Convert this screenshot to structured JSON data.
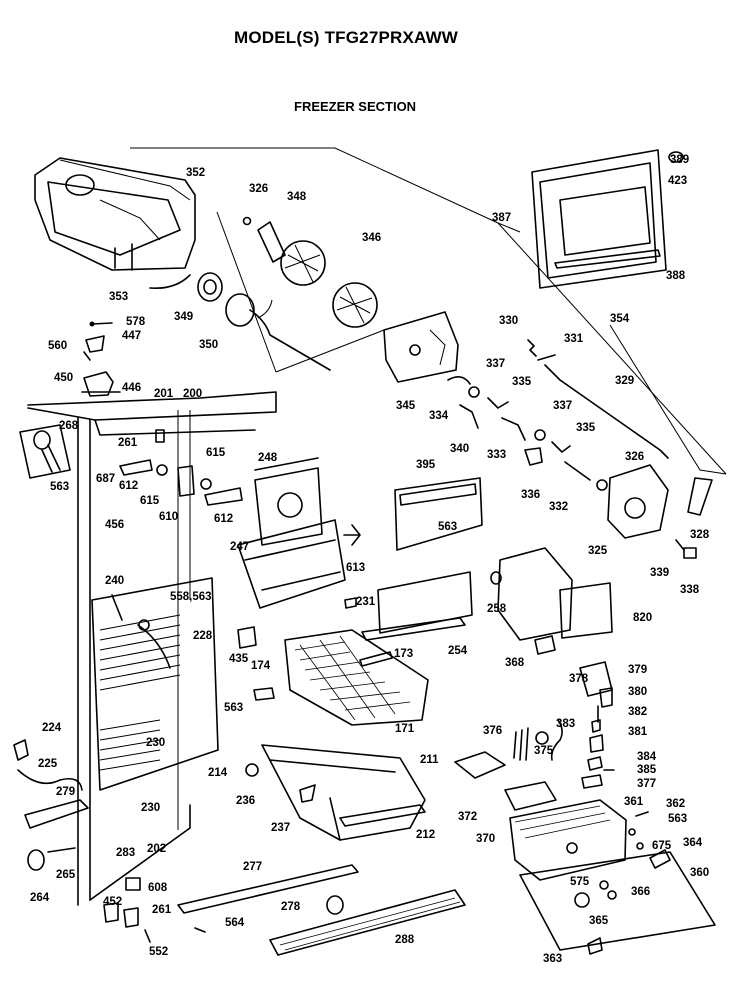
{
  "header": {
    "model_line": "MODEL(S) TFG27PRXAWW",
    "section_title": "FREEZER SECTION"
  },
  "part_numbers": [
    {
      "id": "352",
      "text": "352"
    },
    {
      "id": "326a",
      "text": "326"
    },
    {
      "id": "348",
      "text": "348"
    },
    {
      "id": "346",
      "text": "346"
    },
    {
      "id": "353",
      "text": "353"
    },
    {
      "id": "349",
      "text": "349"
    },
    {
      "id": "350",
      "text": "350"
    },
    {
      "id": "345",
      "text": "345"
    },
    {
      "id": "578",
      "text": "578"
    },
    {
      "id": "447",
      "text": "447"
    },
    {
      "id": "560",
      "text": "560"
    },
    {
      "id": "450",
      "text": "450"
    },
    {
      "id": "446",
      "text": "446"
    },
    {
      "id": "201",
      "text": "201"
    },
    {
      "id": "200",
      "text": "200"
    },
    {
      "id": "268",
      "text": "268"
    },
    {
      "id": "261a",
      "text": "261"
    },
    {
      "id": "563a",
      "text": "563"
    },
    {
      "id": "687",
      "text": "687"
    },
    {
      "id": "612a",
      "text": "612"
    },
    {
      "id": "615a",
      "text": "615"
    },
    {
      "id": "615b",
      "text": "615"
    },
    {
      "id": "610",
      "text": "610"
    },
    {
      "id": "612b",
      "text": "612"
    },
    {
      "id": "248",
      "text": "248"
    },
    {
      "id": "456",
      "text": "456"
    },
    {
      "id": "247",
      "text": "247"
    },
    {
      "id": "613",
      "text": "613"
    },
    {
      "id": "240",
      "text": "240"
    },
    {
      "id": "558563",
      "text": "558,563"
    },
    {
      "id": "228",
      "text": "228"
    },
    {
      "id": "231",
      "text": "231"
    },
    {
      "id": "435",
      "text": "435"
    },
    {
      "id": "174",
      "text": "174"
    },
    {
      "id": "563b",
      "text": "563"
    },
    {
      "id": "230a",
      "text": "230"
    },
    {
      "id": "224",
      "text": "224"
    },
    {
      "id": "225",
      "text": "225"
    },
    {
      "id": "279",
      "text": "279"
    },
    {
      "id": "214",
      "text": "214"
    },
    {
      "id": "236",
      "text": "236"
    },
    {
      "id": "230b",
      "text": "230"
    },
    {
      "id": "237",
      "text": "237"
    },
    {
      "id": "202",
      "text": "202"
    },
    {
      "id": "283",
      "text": "283"
    },
    {
      "id": "265",
      "text": "265"
    },
    {
      "id": "264",
      "text": "264"
    },
    {
      "id": "608",
      "text": "608"
    },
    {
      "id": "452",
      "text": "452"
    },
    {
      "id": "261b",
      "text": "261"
    },
    {
      "id": "552",
      "text": "552"
    },
    {
      "id": "564",
      "text": "564"
    },
    {
      "id": "277",
      "text": "277"
    },
    {
      "id": "278",
      "text": "278"
    },
    {
      "id": "288",
      "text": "288"
    },
    {
      "id": "211",
      "text": "211"
    },
    {
      "id": "212",
      "text": "212"
    },
    {
      "id": "171",
      "text": "171"
    },
    {
      "id": "173",
      "text": "173"
    },
    {
      "id": "254",
      "text": "254"
    },
    {
      "id": "258",
      "text": "258"
    },
    {
      "id": "395",
      "text": "395"
    },
    {
      "id": "563c",
      "text": "563"
    },
    {
      "id": "330",
      "text": "330"
    },
    {
      "id": "331",
      "text": "331"
    },
    {
      "id": "354",
      "text": "354"
    },
    {
      "id": "337a",
      "text": "337"
    },
    {
      "id": "335a",
      "text": "335"
    },
    {
      "id": "329",
      "text": "329"
    },
    {
      "id": "334",
      "text": "334"
    },
    {
      "id": "340",
      "text": "340"
    },
    {
      "id": "333",
      "text": "333"
    },
    {
      "id": "337b",
      "text": "337"
    },
    {
      "id": "335b",
      "text": "335"
    },
    {
      "id": "326b",
      "text": "326"
    },
    {
      "id": "336",
      "text": "336"
    },
    {
      "id": "332",
      "text": "332"
    },
    {
      "id": "325",
      "text": "325"
    },
    {
      "id": "328",
      "text": "328"
    },
    {
      "id": "339",
      "text": "339"
    },
    {
      "id": "338",
      "text": "338"
    },
    {
      "id": "820",
      "text": "820"
    },
    {
      "id": "368",
      "text": "368"
    },
    {
      "id": "378",
      "text": "378"
    },
    {
      "id": "379",
      "text": "379"
    },
    {
      "id": "380",
      "text": "380"
    },
    {
      "id": "382",
      "text": "382"
    },
    {
      "id": "381",
      "text": "381"
    },
    {
      "id": "376",
      "text": "376"
    },
    {
      "id": "383",
      "text": "383"
    },
    {
      "id": "375",
      "text": "375"
    },
    {
      "id": "384",
      "text": "384"
    },
    {
      "id": "385",
      "text": "385"
    },
    {
      "id": "377",
      "text": "377"
    },
    {
      "id": "372",
      "text": "372"
    },
    {
      "id": "370",
      "text": "370"
    },
    {
      "id": "361",
      "text": "361"
    },
    {
      "id": "362",
      "text": "362"
    },
    {
      "id": "563d",
      "text": "563"
    },
    {
      "id": "675",
      "text": "675"
    },
    {
      "id": "364",
      "text": "364"
    },
    {
      "id": "360",
      "text": "360"
    },
    {
      "id": "575",
      "text": "575"
    },
    {
      "id": "366",
      "text": "366"
    },
    {
      "id": "365",
      "text": "365"
    },
    {
      "id": "363",
      "text": "363"
    },
    {
      "id": "387",
      "text": "387"
    },
    {
      "id": "389",
      "text": "389"
    },
    {
      "id": "423",
      "text": "423"
    },
    {
      "id": "388",
      "text": "388"
    }
  ]
}
